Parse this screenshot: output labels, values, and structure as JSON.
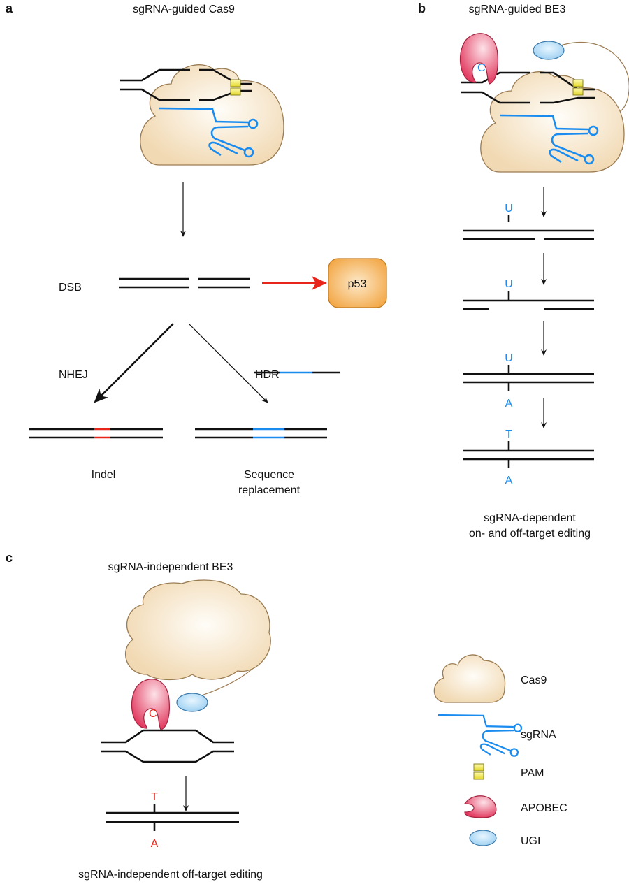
{
  "panel_a": {
    "label": "a",
    "title": "sgRNA-guided Cas9",
    "dsb": "DSB",
    "p53": "p53",
    "nhej": "NHEJ",
    "hdr": "HDR",
    "indel": "Indel",
    "replacement_line1": "Sequence",
    "replacement_line2": "replacement"
  },
  "panel_b": {
    "label": "b",
    "title": "sgRNA-guided BE3",
    "apobec_base": "C",
    "steps": [
      {
        "top": "U",
        "bottom": ""
      },
      {
        "top": "U",
        "bottom": ""
      },
      {
        "top": "U",
        "bottom": "A"
      },
      {
        "top": "T",
        "bottom": "A"
      }
    ],
    "caption_line1": "sgRNA-dependent",
    "caption_line2": "on- and off-target editing"
  },
  "panel_c": {
    "label": "c",
    "title": "sgRNA-independent BE3",
    "apobec_base": "C",
    "top_base": "T",
    "bottom_base": "A",
    "caption": "sgRNA-independent off-target editing"
  },
  "legend": {
    "cas9": "Cas9",
    "sgrna": "sgRNA",
    "pam": "PAM",
    "apobec": "APOBEC",
    "ugi": "UGI"
  },
  "colors": {
    "sgrna": "#1a8cf0",
    "indel": "#e8251b",
    "cas9": "#f6e2c4",
    "apobec": "#e64a6a",
    "ugi": "#a9d8f5",
    "pam": "#e8e040",
    "p53": "#f4b45c"
  }
}
